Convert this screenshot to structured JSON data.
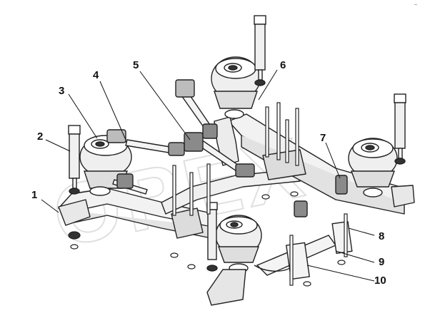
{
  "diagram": {
    "corner_mark": "~",
    "watermark": "OPEX",
    "callouts": [
      {
        "id": "1",
        "text": "1"
      },
      {
        "id": "2",
        "text": "2"
      },
      {
        "id": "3",
        "text": "3"
      },
      {
        "id": "4",
        "text": "4"
      },
      {
        "id": "5",
        "text": "5"
      },
      {
        "id": "6",
        "text": "6"
      },
      {
        "id": "7",
        "text": "7"
      },
      {
        "id": "8",
        "text": "8"
      },
      {
        "id": "9",
        "text": "9"
      },
      {
        "id": "10",
        "text": "10"
      }
    ]
  }
}
